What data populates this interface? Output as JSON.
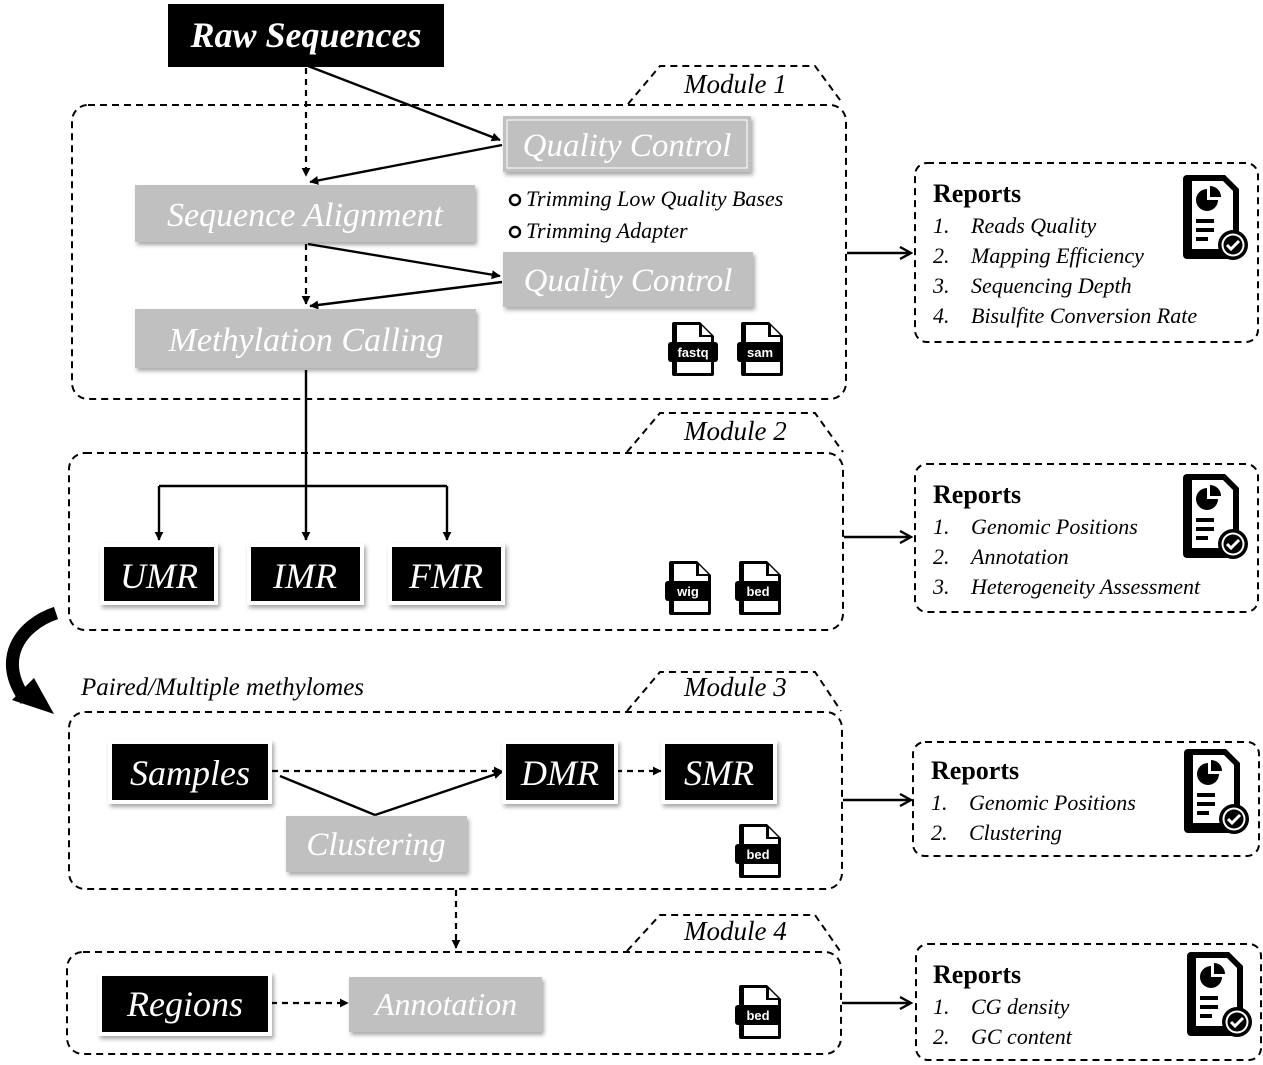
{
  "raw_sequences": "Raw Sequences",
  "modules": {
    "m1": "Module 1",
    "m2": "Module 2",
    "m3": "Module 3",
    "m4": "Module 4"
  },
  "module1": {
    "quality_control_1": "Quality Control",
    "quality_control_2": "Quality Control",
    "sequence_alignment": "Sequence Alignment",
    "methylation_calling": "Methylation Calling",
    "trimming_low_quality": "Trimming Low Quality Bases",
    "trimming_adapter": "Trimming Adapter",
    "files": [
      "fastq",
      "sam"
    ]
  },
  "module2": {
    "umr": "UMR",
    "imr": "IMR",
    "fmr": "FMR",
    "files": [
      "wig",
      "bed"
    ]
  },
  "paired_label": "Paired/Multiple methylomes",
  "module3": {
    "samples": "Samples",
    "dmr": "DMR",
    "smr": "SMR",
    "clustering": "Clustering",
    "files": [
      "bed"
    ]
  },
  "module4": {
    "regions": "Regions",
    "annotation": "Annotation",
    "files": [
      "bed"
    ]
  },
  "reports": [
    {
      "title": "Reports",
      "items": [
        {
          "num": "1.",
          "text": "Reads Quality"
        },
        {
          "num": "2.",
          "text": "Mapping Efficiency"
        },
        {
          "num": "3.",
          "text": "Sequencing Depth"
        },
        {
          "num": "4.",
          "text": "Bisulfite Conversion Rate"
        }
      ]
    },
    {
      "title": "Reports",
      "items": [
        {
          "num": "1.",
          "text": "Genomic Positions"
        },
        {
          "num": "2.",
          "text": "Annotation"
        },
        {
          "num": "3.",
          "text": "Heterogeneity Assessment"
        }
      ]
    },
    {
      "title": "Reports",
      "items": [
        {
          "num": "1.",
          "text": "Genomic Positions"
        },
        {
          "num": "2.",
          "text": "Clustering"
        }
      ]
    },
    {
      "title": "Reports",
      "items": [
        {
          "num": "1.",
          "text": "CG density"
        },
        {
          "num": "2.",
          "text": "GC content"
        }
      ]
    }
  ],
  "icons": {
    "report": "report-chart-check-icon",
    "file": "file-icon",
    "bullet": "circle-bullet-icon"
  }
}
